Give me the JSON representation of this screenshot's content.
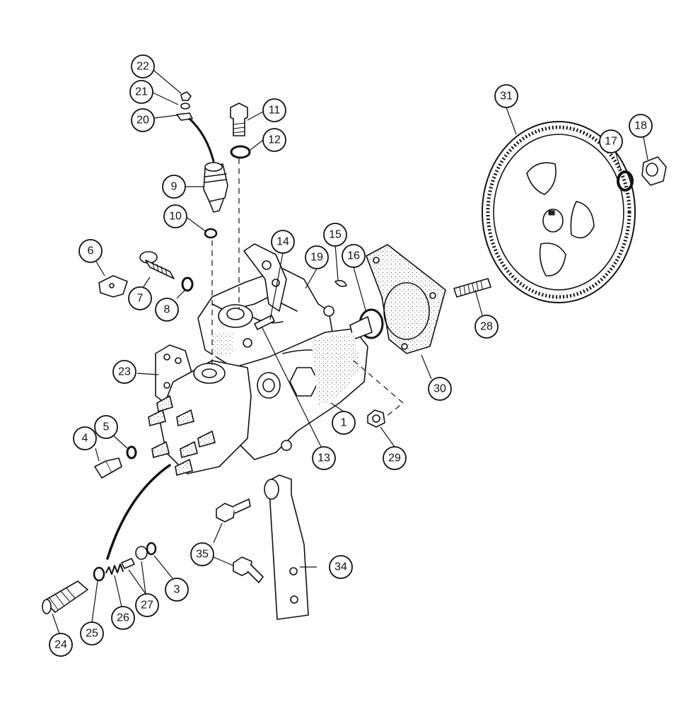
{
  "callouts": [
    {
      "id": "c1",
      "label": "1"
    },
    {
      "id": "c3",
      "label": "3"
    },
    {
      "id": "c4",
      "label": "4"
    },
    {
      "id": "c5",
      "label": "5"
    },
    {
      "id": "c6",
      "label": "6"
    },
    {
      "id": "c7",
      "label": "7"
    },
    {
      "id": "c8",
      "label": "8"
    },
    {
      "id": "c9",
      "label": "9"
    },
    {
      "id": "c10",
      "label": "10"
    },
    {
      "id": "c11",
      "label": "11"
    },
    {
      "id": "c12",
      "label": "12"
    },
    {
      "id": "c13",
      "label": "13"
    },
    {
      "id": "c14",
      "label": "14"
    },
    {
      "id": "c15",
      "label": "15"
    },
    {
      "id": "c16",
      "label": "16"
    },
    {
      "id": "c17",
      "label": "17"
    },
    {
      "id": "c18",
      "label": "18"
    },
    {
      "id": "c19",
      "label": "19"
    },
    {
      "id": "c20",
      "label": "20"
    },
    {
      "id": "c21",
      "label": "21"
    },
    {
      "id": "c22",
      "label": "22"
    },
    {
      "id": "c23",
      "label": "23"
    },
    {
      "id": "c24",
      "label": "24"
    },
    {
      "id": "c25",
      "label": "25"
    },
    {
      "id": "c26",
      "label": "26"
    },
    {
      "id": "c27",
      "label": "27"
    },
    {
      "id": "c28",
      "label": "28"
    },
    {
      "id": "c29",
      "label": "29"
    },
    {
      "id": "c30",
      "label": "30"
    },
    {
      "id": "c31",
      "label": "31"
    },
    {
      "id": "c34",
      "label": "34"
    },
    {
      "id": "c35",
      "label": "35"
    }
  ]
}
